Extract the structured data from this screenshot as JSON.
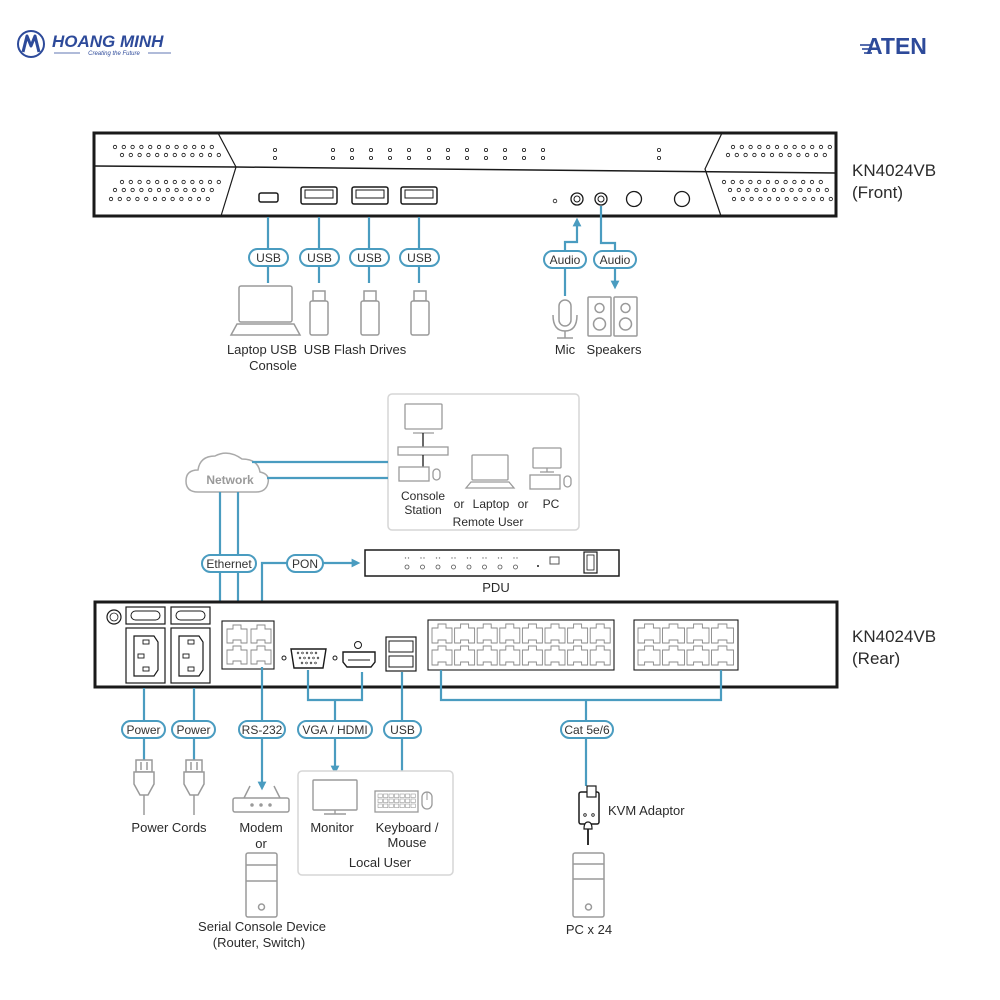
{
  "branding": {
    "left_logo": {
      "name": "HOANG MINH",
      "tagline": "Creating the Future"
    },
    "right_logo": {
      "name": "ATEN"
    }
  },
  "colors": {
    "cable": "#4a9cc0",
    "device_outline": "#1a1a1a",
    "icon_gray": "#9a9a9a",
    "logo_blue": "#2d4a9a",
    "box_border": "#d6d6d6"
  },
  "front_panel": {
    "model": "KN4024VB",
    "view": "(Front)",
    "connections": [
      {
        "cable": "USB",
        "device": "Laptop USB Console"
      },
      {
        "cable": "USB",
        "device": "USB Flash Drive"
      },
      {
        "cable": "USB",
        "device": "USB Flash Drive"
      },
      {
        "cable": "USB",
        "device": "USB Flash Drive"
      },
      {
        "cable": "Audio",
        "device": "Mic",
        "direction": "in"
      },
      {
        "cable": "Audio",
        "device": "Speakers",
        "direction": "out"
      }
    ],
    "labels": {
      "laptop_line1": "Laptop USB",
      "laptop_line2": "Console",
      "flash": "USB Flash Drives",
      "mic": "Mic",
      "speakers": "Speakers"
    },
    "pills": {
      "usb": "USB",
      "audio": "Audio"
    }
  },
  "remote": {
    "network": "Network",
    "console_line1": "Console",
    "console_line2": "Station",
    "or": "or",
    "laptop": "Laptop",
    "pc": "PC",
    "group_label": "Remote User"
  },
  "pdu": {
    "label": "PDU",
    "pills": {
      "ethernet": "Ethernet",
      "pon": "PON"
    }
  },
  "rear_panel": {
    "model": "KN4024VB",
    "view": "(Rear)",
    "pills": {
      "power": "Power",
      "rs232": "RS-232",
      "vga_hdmi": "VGA / HDMI",
      "usb": "USB",
      "cat": "Cat 5e/6"
    },
    "labels": {
      "power_cords": "Power Cords",
      "modem_line1": "Modem",
      "modem_line2": "or",
      "serial_line1": "Serial Console Device",
      "serial_line2": "(Router, Switch)",
      "monitor": "Monitor",
      "kb_line1": "Keyboard /",
      "kb_line2": "Mouse",
      "local_user": "Local User",
      "kvm_adaptor": "KVM Adaptor",
      "pc_count": "PC x 24"
    },
    "kvm_ports": 24
  }
}
